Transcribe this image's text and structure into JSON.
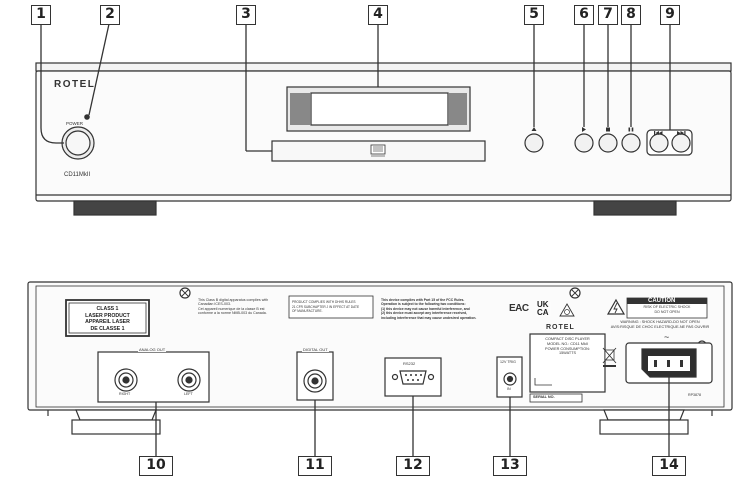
{
  "front": {
    "brand": "ROTEL",
    "power_label": "POWER",
    "model": "CD11MkII"
  },
  "rear": {
    "laser_label": [
      "CLASS 1",
      "LASER PRODUCT",
      "APPAREIL LASER",
      "DE CLASSE 1"
    ],
    "canada_notice": [
      "This Class B digital apparatus complies with",
      "Canadian ICES-003.",
      "Cet appareil numerique de la classe B est",
      "conforme a la norme NMB-003 du Canada."
    ],
    "cfr_notice": [
      "PRODUCT COMPLIES WITH DHHS RULES",
      "21 CFR SUBCHAPTER J IN EFFECT AT DATE",
      "OF MANUFACTURE."
    ],
    "fcc_notice": [
      "This device complies with Part 15 of the FCC Rules.",
      "Operation is subject to the following two conditions:",
      "(1) this device may not cause harmful interference, and",
      "(2) this device must accept any interference received,",
      "including interference that may cause undesired operation."
    ],
    "eac_mark": "EAC",
    "ukca_mark": [
      "UK",
      "CA"
    ],
    "brand": "ROTEL",
    "spec_label": [
      "COMPACT DISC PLAYER",
      "MODEL NO.: CD11 MkII",
      "POWER CONSUMPTION:",
      "15WATTS"
    ],
    "serial_label": "SERIAL NO.",
    "caution_title": "CAUTION",
    "caution_lines": [
      "RISK OF ELECTRIC SHOCK",
      "DO NOT OPEN"
    ],
    "warning_lines": [
      "WARNING : SHOCK HAZARD-DO NOT OPEN",
      "AVIS:RISQUE DE CHOC ELECTRIQUE-NE PAS OUVRIR"
    ],
    "analog_out": "ANALOG OUT",
    "right_label": "RIGHT",
    "left_label": "LEFT",
    "digital_out": "DIGITAL OUT",
    "rs232": "RS232",
    "trig_label": "12V TRIG",
    "trig_in": "IN",
    "ac_symbol": "~",
    "part_code": "RP3878"
  },
  "callouts": [
    "1",
    "2",
    "3",
    "4",
    "5",
    "6",
    "7",
    "8",
    "9",
    "10",
    "11",
    "12",
    "13",
    "14"
  ]
}
